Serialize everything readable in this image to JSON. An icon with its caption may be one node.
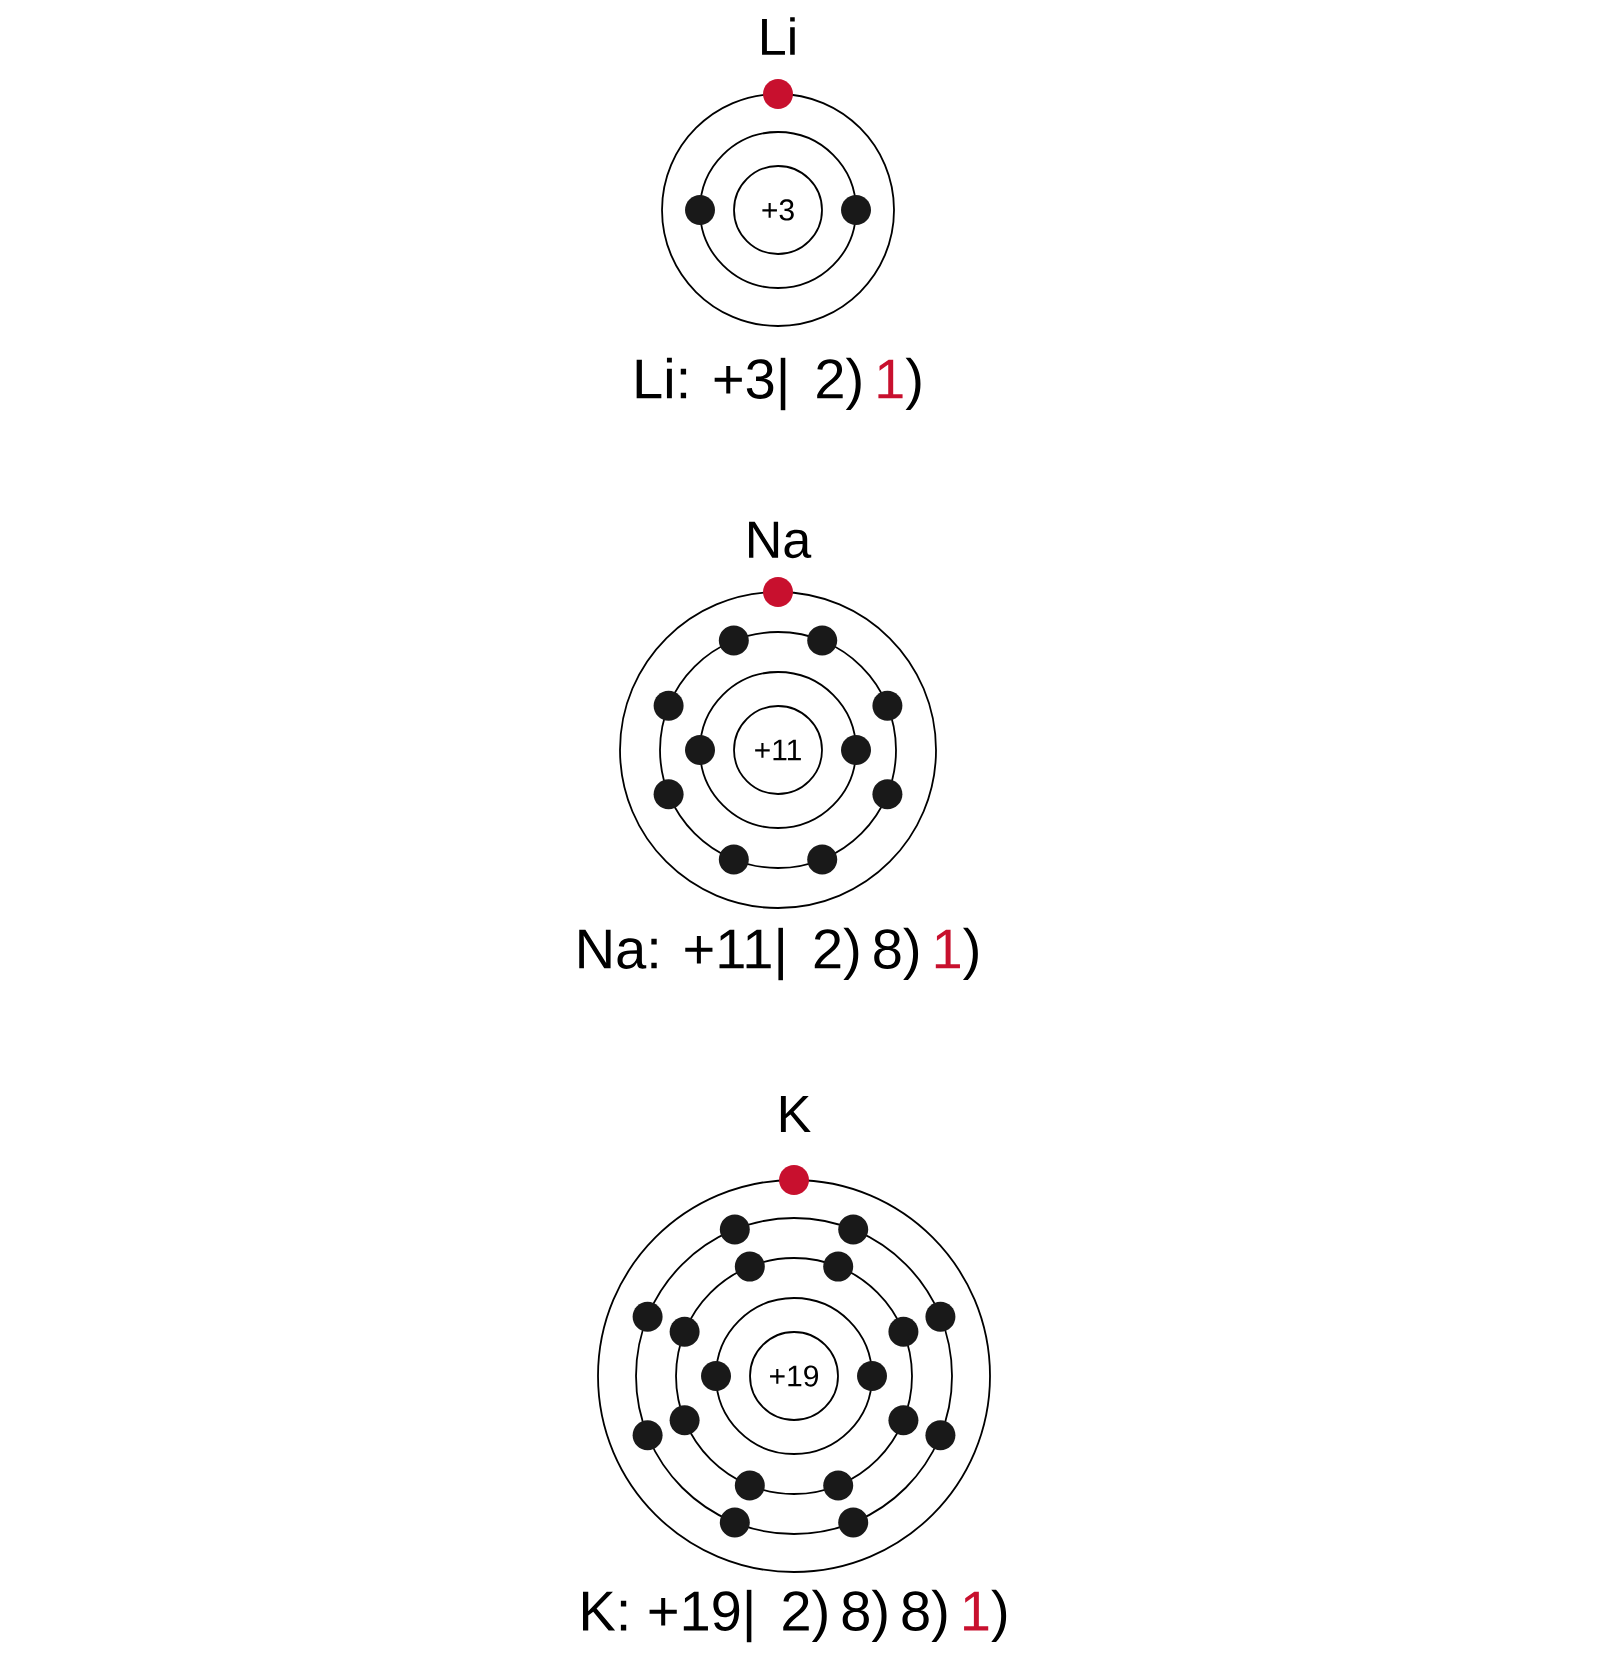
{
  "diagram": {
    "nodes": [
      {
        "text": [
          "+3"
        ]
      },
      {
        "text": [
          "+11"
        ]
      },
      {
        "text": [
          "+19"
        ]
      }
    ],
    "labels": [
      "Li",
      "Li: +3|",
      "2)",
      "1",
      ")",
      "Na",
      "Na: +11|",
      "2)",
      "8)",
      "1",
      ")",
      "K",
      "K: +19|",
      "2)",
      "8)",
      "8)",
      "1",
      ")"
    ]
  }
}
